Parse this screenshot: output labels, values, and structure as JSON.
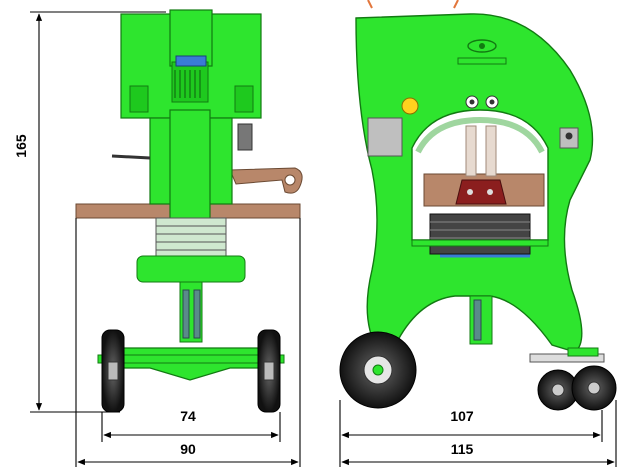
{
  "drawing": {
    "left_view": {
      "height_label": "165",
      "inner_width_label": "74",
      "outer_width_label": "90"
    },
    "right_view": {
      "inner_width_label": "107",
      "outer_width_label": "115"
    }
  },
  "colors": {
    "machine_green": "#2ee52e",
    "dark_green": "#1a8f1a",
    "wood_brown": "#b8876a",
    "tire_black": "#2a2a2a",
    "dimension_line": "#000000",
    "accent_orange": "#e2763c"
  }
}
